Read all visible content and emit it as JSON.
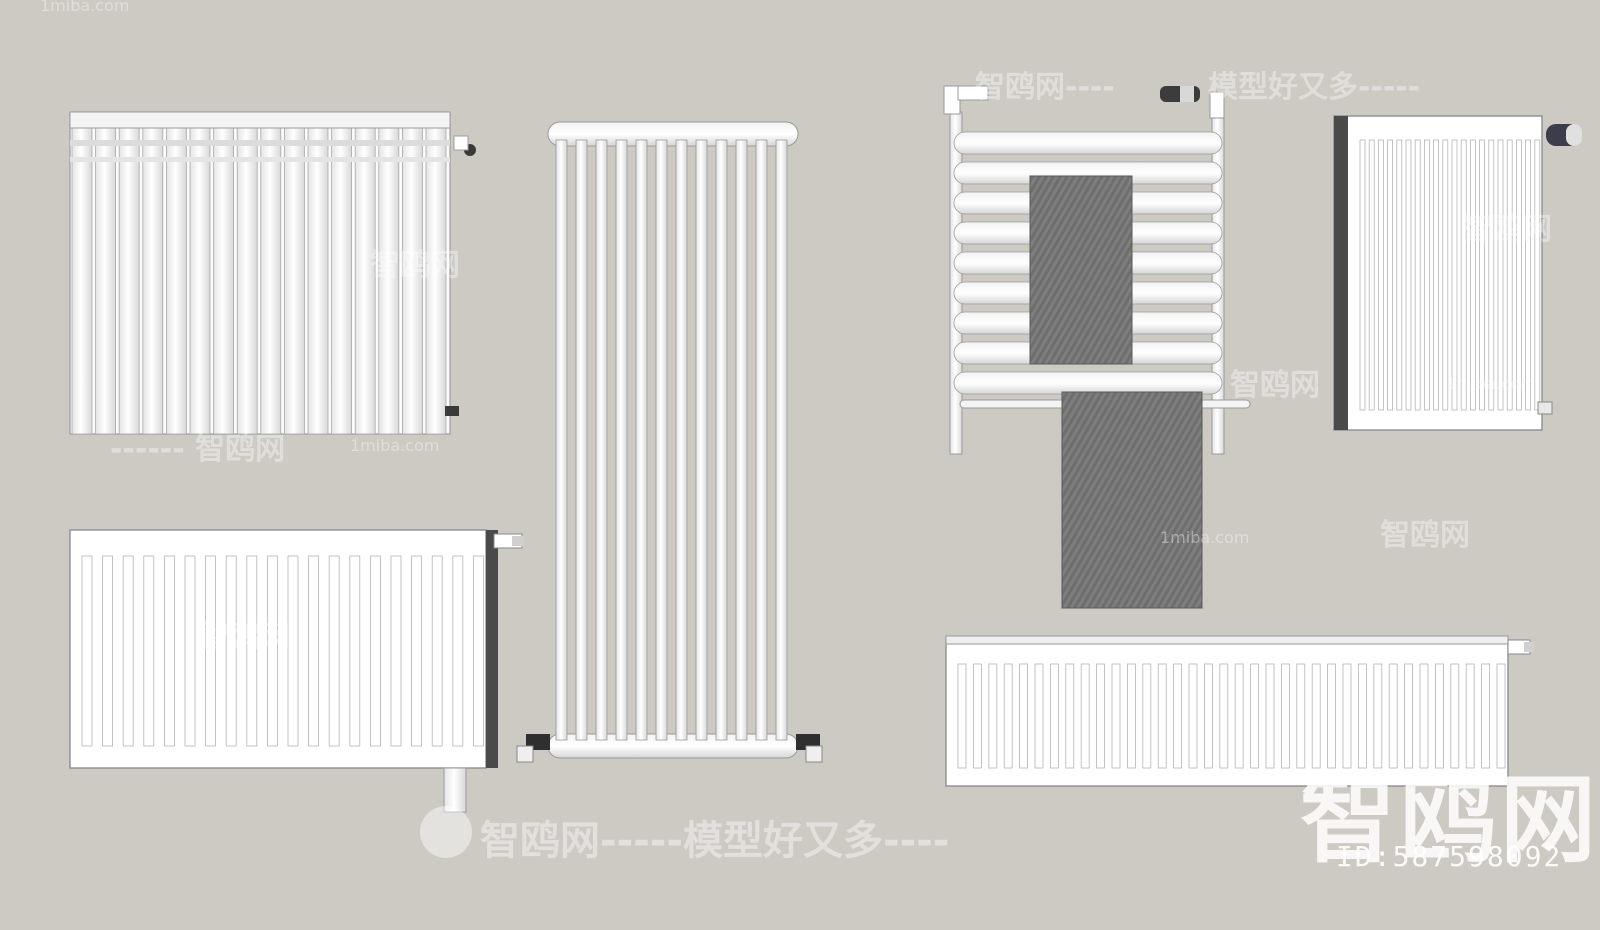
{
  "watermarks": {
    "brand": "智鸥网",
    "tagline": "智鸥网-----模型好又多----",
    "tagline_top": "智鸥网----",
    "tagline_top_right": "模型好又多-----",
    "site": "1miba.com",
    "dash_brand": "------ 智鸥网",
    "id_label": "ID:587598092",
    "corner_top": "1miba.com"
  },
  "colors": {
    "background": "#cdcac4",
    "radiator_white": "#ffffff",
    "radiator_shade": "#e6e6e6",
    "outline": "#9a9a9a",
    "towel": "#6f6f6f",
    "valve_dark": "#3a3a3a"
  },
  "icons": [
    "gull-logo-icon"
  ]
}
